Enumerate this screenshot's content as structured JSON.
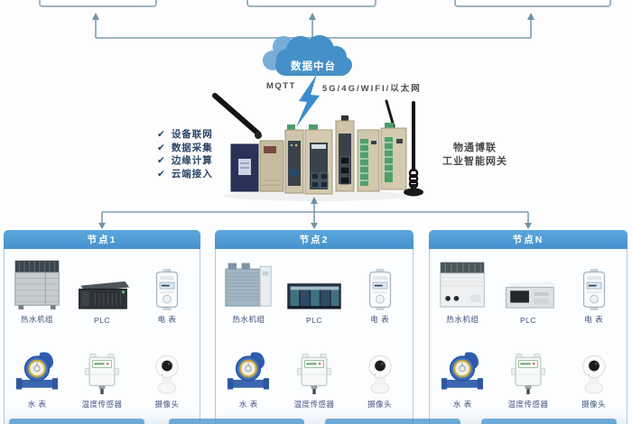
{
  "cloud": {
    "label": "数据中台"
  },
  "links": {
    "mqtt": "MQTT",
    "wan": "5G/4G/WIFI/以太网"
  },
  "gateway": {
    "features": [
      {
        "check": "✔",
        "label": "设备联网"
      },
      {
        "check": "✔",
        "label": "数据采集"
      },
      {
        "check": "✔",
        "label": "边缘计算"
      },
      {
        "check": "✔",
        "label": "云端接入"
      }
    ],
    "brand_line1": "物通博联",
    "brand_line2": "工业智能网关"
  },
  "nodes": [
    {
      "title": "节点1",
      "items": [
        {
          "label": "热水机组"
        },
        {
          "label": "PLC"
        },
        {
          "label": "电 表"
        },
        {
          "label": "水 表"
        },
        {
          "label": "温度传感器"
        },
        {
          "label": "摄像头"
        }
      ]
    },
    {
      "title": "节点2",
      "items": [
        {
          "label": "热水机组"
        },
        {
          "label": "PLC"
        },
        {
          "label": "电 表"
        },
        {
          "label": "水 表"
        },
        {
          "label": "温度传感器"
        },
        {
          "label": "摄像头"
        }
      ]
    },
    {
      "title": "节点N",
      "items": [
        {
          "label": "热水机组"
        },
        {
          "label": "PLC"
        },
        {
          "label": "电 表"
        },
        {
          "label": "水 表"
        },
        {
          "label": "温度传感器"
        },
        {
          "label": "摄像头"
        }
      ]
    }
  ],
  "colors": {
    "cloud_blue": "#4590c8",
    "node_header_blue": "#4b97d1",
    "connector_blue": "#7b9db2",
    "lightning_blue": "#3b8cce"
  }
}
